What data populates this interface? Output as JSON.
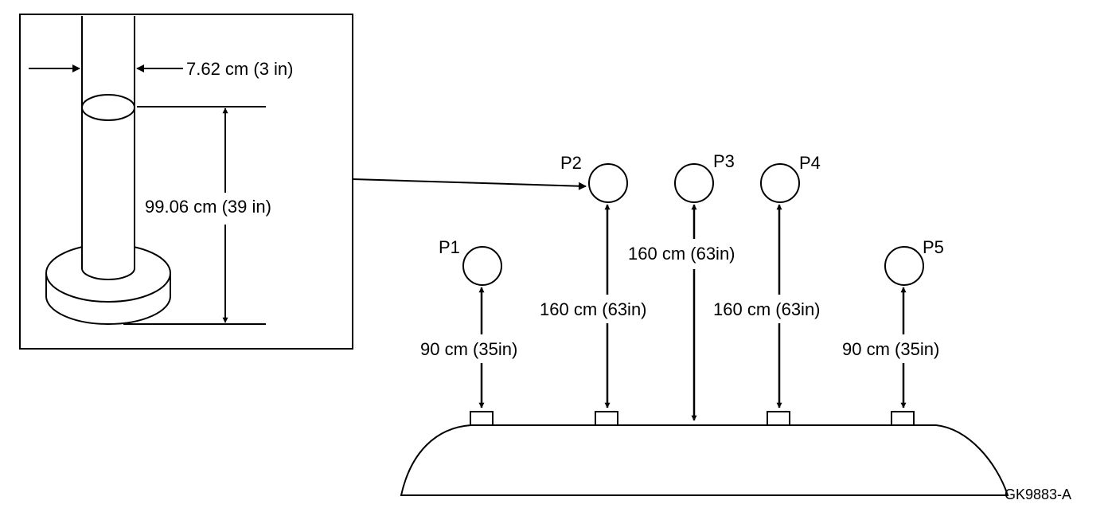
{
  "inset": {
    "diameter_label": "7.62 cm (3 in)",
    "height_label": "99.06 cm (39 in)"
  },
  "posts": {
    "p1": "P1",
    "p2": "P2",
    "p3": "P3",
    "p4": "P4",
    "p5": "P5"
  },
  "distances": {
    "p1": "90 cm (35in)",
    "p2": "160 cm (63in)",
    "p3": "160 cm (63in)",
    "p4": "160 cm (63in)",
    "p5": "90 cm (35in)"
  },
  "figure_id": "GK9883-A"
}
